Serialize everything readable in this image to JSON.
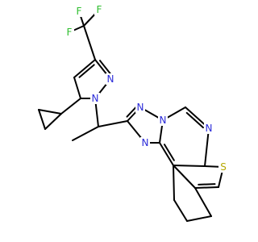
{
  "colors": {
    "background": "#ffffff",
    "bond": "#000000",
    "N": "#2b2bd9",
    "S": "#b5a800",
    "F": "#2dbd2d"
  },
  "atoms": [
    {
      "id": "F1",
      "text": "F",
      "color": "F"
    },
    {
      "id": "F2",
      "text": "F",
      "color": "F"
    },
    {
      "id": "F3",
      "text": "F",
      "color": "F"
    },
    {
      "id": "N_pz2",
      "text": "N",
      "color": "N"
    },
    {
      "id": "N_pz1",
      "text": "N",
      "color": "N"
    },
    {
      "id": "N_tr1",
      "text": "N",
      "color": "N"
    },
    {
      "id": "N_tr2",
      "text": "N",
      "color": "N"
    },
    {
      "id": "N_tr3",
      "text": "N",
      "color": "N"
    },
    {
      "id": "N_pm",
      "text": "N",
      "color": "N"
    },
    {
      "id": "S1",
      "text": "S",
      "color": "S"
    }
  ]
}
